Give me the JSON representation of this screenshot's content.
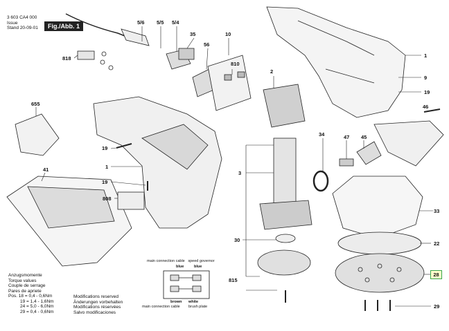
{
  "header": {
    "doc_number": "3 603 CA4 000",
    "issue_label": "Issue",
    "issue_date": "20-09-01",
    "stand_label": "Stand",
    "fig_label": "Fig./Abb. 1"
  },
  "callouts": {
    "c818": "818",
    "c56a": "5/6",
    "c55": "5/5",
    "c54": "5/4",
    "c35": "35",
    "c56": "56",
    "c10": "10",
    "c810": "810",
    "c1top": "1",
    "c9": "9",
    "c19a": "19",
    "c46": "46",
    "c2": "2",
    "c655": "655",
    "c41": "41",
    "c19b": "19",
    "c1b": "1",
    "c19c": "19",
    "c808": "808",
    "c34": "34",
    "c47": "47",
    "c45": "45",
    "c3": "3",
    "c33": "33",
    "c30": "30",
    "c22": "22",
    "c815": "815",
    "c28": "28",
    "c29": "29"
  },
  "torque": {
    "lines": [
      "Anzugsmomente",
      "Torque values",
      "Couple de serrage",
      "Pares de apriete"
    ],
    "rows": [
      "Pos. 18 =  0,4 - 0,6Nm",
      "19 =  1,4 - 1,6Nm",
      "24 =  5,0 - 6,0Nm",
      "29 =  0,4 - 0,6Nm"
    ]
  },
  "modifications": [
    "Modifications reserved",
    "Änderungen vorbehalten",
    "Modifications réservées",
    "Salvo modificaciones"
  ],
  "connection": {
    "main_cable_label": "main connection cable",
    "speed_governor_label": "speed governor",
    "blue_a": "blue",
    "blue_b": "blue",
    "brown": "brown",
    "white": "white",
    "main_cable_bottom": "main connection cable",
    "brush_plate": "brush plate"
  }
}
